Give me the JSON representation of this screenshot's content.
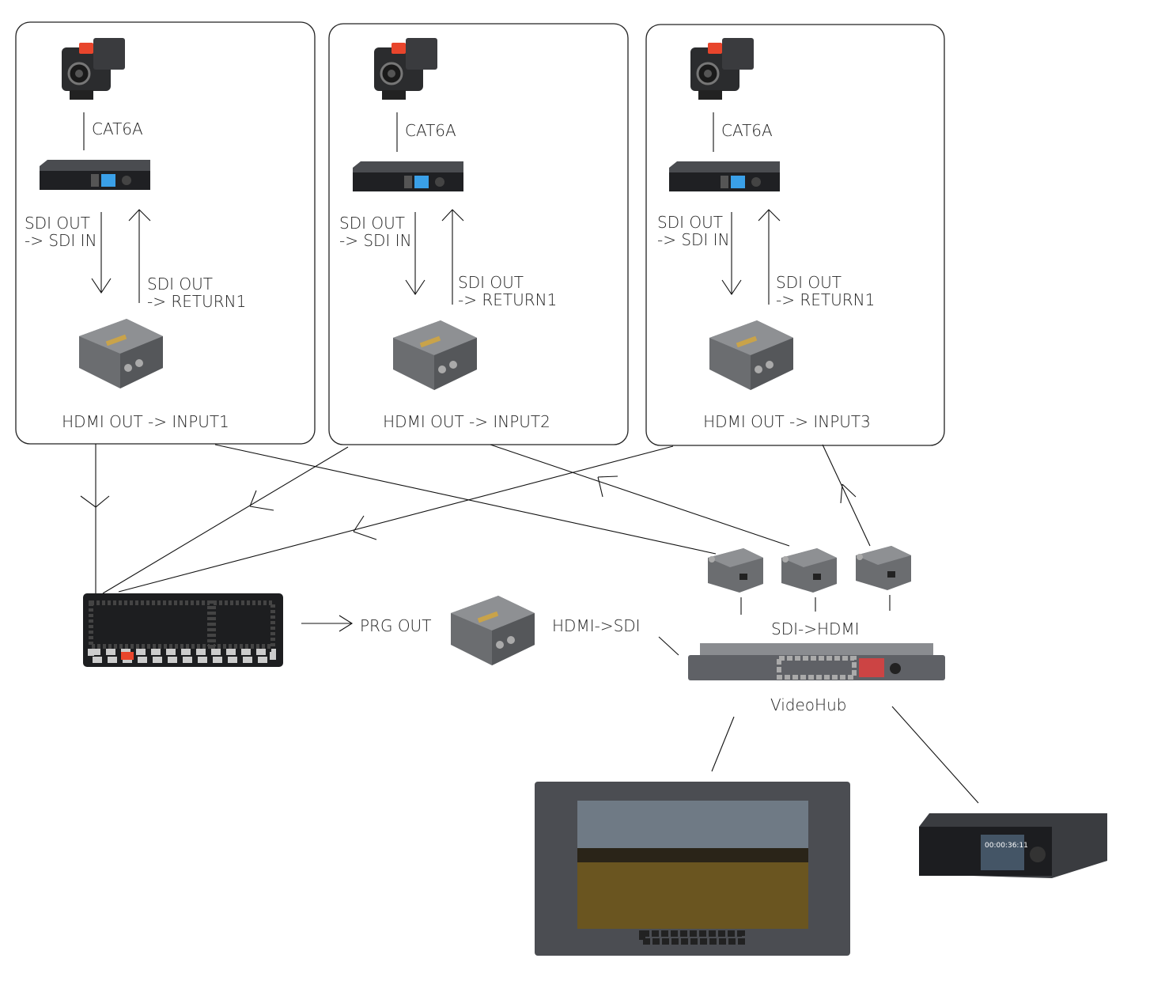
{
  "groups": [
    {
      "cable": "CAT6A",
      "down_label": [
        "SDI OUT",
        "-> SDI IN"
      ],
      "up_label": [
        "SDI OUT",
        "-> RETURN1"
      ],
      "output": "HDMI OUT -> INPUT1"
    },
    {
      "cable": "CAT6A",
      "down_label": [
        "SDI OUT",
        "-> SDI IN"
      ],
      "up_label": [
        "SDI OUT",
        "-> RETURN1"
      ],
      "output": "HDMI OUT -> INPUT2"
    },
    {
      "cable": "CAT6A",
      "down_label": [
        "SDI OUT",
        "-> SDI IN"
      ],
      "up_label": [
        "SDI OUT",
        "-> RETURN1"
      ],
      "output": "HDMI OUT -> INPUT3"
    }
  ],
  "labels": {
    "prg_out": "PRG OUT",
    "hdmi_sdi": "HDMI->SDI",
    "sdi_hdmi": "SDI->HDMI",
    "videohub": "VideoHub"
  },
  "devices": {
    "camera": "studio-camera",
    "camera_converter": "camera-fiber-converter",
    "sdi_hdmi_converter": "micro-converter-sdi-to-hdmi",
    "switcher": "atem-switcher",
    "hdmi_sdi_converter": "micro-converter-hdmi-to-sdi",
    "router": "smart-videohub",
    "monitor": "rack-monitor",
    "recorder": "hyperdeck-recorder",
    "recorder_timecode": "00:00:36:11"
  },
  "colors": {
    "tally": "#e8452c",
    "device_body": "#3a3c40",
    "converter_body": "#6b6d70"
  }
}
